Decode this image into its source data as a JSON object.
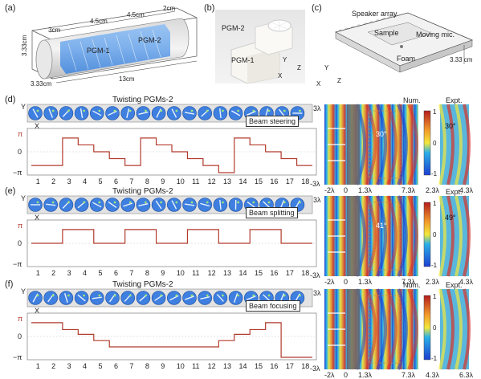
{
  "panels": {
    "a": {
      "letter": "(a)",
      "labels": {
        "pgm1": "PGM-1",
        "pgm2": "PGM-2",
        "d_left": "3cm",
        "d_mid1": "4.5cm",
        "d_mid2": "4.5cm",
        "d_right": "2cm",
        "h": "3.33cm",
        "w": "3.33cm",
        "len": "13cm"
      }
    },
    "b": {
      "letter": "(b)",
      "pgm1": "PGM-1",
      "pgm2": "PGM-2",
      "ax_y": "Y",
      "ax_x": "X",
      "ax_z": "Z"
    },
    "c": {
      "letter": "(c)",
      "speaker": "Speaker array",
      "sample": "Sample",
      "mic": "Moving mic.",
      "foam": "Foam",
      "height": "3.33 cm",
      "ax_y": "Y",
      "ax_x": "X",
      "ax_z": "Z"
    }
  },
  "rows": [
    {
      "letter": "(d)",
      "title": "Twisting PGMs-2",
      "badge": "Beam steering",
      "num": "Num.",
      "expt": "Expt.",
      "angle_num": "30°",
      "angle_exp": "30°"
    },
    {
      "letter": "(e)",
      "title": "Twisting PGMs-2",
      "badge": "Beam splitting",
      "num": "",
      "expt": "Expt.",
      "angle_num": "41°",
      "angle_exp": "49°"
    },
    {
      "letter": "(f)",
      "title": "Twisting PGMs-2",
      "badge": "Beam focusing",
      "num": "Num.",
      "expt": "Expt.",
      "angle_num": "",
      "angle_exp": ""
    }
  ],
  "phase_labels": {
    "pi": "π",
    "zero": "0",
    "mpi": "−π",
    "ax_y": "Y",
    "ax_x": "X"
  },
  "field_axes": {
    "d": {
      "y_top": "3λ",
      "y_bot": "-3λ",
      "x_ticks": [
        "-2λ",
        "0",
        "1.3λ",
        "7.3λ",
        "2.3λ",
        "4.3λ"
      ]
    },
    "e": {
      "y_top": "3λ",
      "y_bot": "-3λ",
      "x_ticks": [
        "-2λ",
        "0",
        "1.3λ",
        "7.3λ",
        "2.3λ",
        "4.3λ"
      ]
    },
    "f": {
      "y_top": "3λ",
      "y_bot": "-3λ",
      "x_ticks": [
        "-2λ",
        "0",
        "1.3λ",
        "7.3λ",
        "4.3λ",
        "6.3λ"
      ]
    }
  },
  "colorbar": {
    "top": "1",
    "mid": "0",
    "bot": "-1"
  },
  "chart_data": [
    {
      "type": "line",
      "title": "Twisting PGMs-2",
      "series": [
        {
          "name": "Beam steering",
          "values": [
            -0.66,
            -0.66,
            0.66,
            0.33,
            0,
            -0.33,
            -0.66,
            0.66,
            0.33,
            0,
            -0.33,
            -0.66,
            -1,
            0.66,
            0.33,
            0,
            -0.33,
            -0.66
          ]
        }
      ],
      "x": [
        1,
        2,
        3,
        4,
        5,
        6,
        7,
        8,
        9,
        10,
        11,
        12,
        13,
        14,
        15,
        16,
        17,
        18
      ],
      "ylim": [
        -1,
        1
      ],
      "yticks": [
        "−π",
        "0",
        "π"
      ]
    },
    {
      "type": "line",
      "title": "Twisting PGMs-2",
      "series": [
        {
          "name": "Beam splitting",
          "values": [
            0,
            0,
            0.66,
            0.66,
            0,
            0,
            0.66,
            0.66,
            0,
            0,
            0.66,
            0.66,
            0,
            0,
            0.66,
            0.66,
            0,
            0
          ]
        }
      ],
      "x": [
        1,
        2,
        3,
        4,
        5,
        6,
        7,
        8,
        9,
        10,
        11,
        12,
        13,
        14,
        15,
        16,
        17,
        18
      ],
      "ylim": [
        -1,
        1
      ],
      "yticks": [
        "−π",
        "0",
        "π"
      ]
    },
    {
      "type": "line",
      "title": "Twisting PGMs-2",
      "series": [
        {
          "name": "Beam focusing",
          "values": [
            0.66,
            0.66,
            0.33,
            0.1,
            -0.2,
            -0.5,
            -0.5,
            -0.5,
            -0.5,
            -0.5,
            -0.5,
            -0.5,
            -0.2,
            0.1,
            0.33,
            0.66,
            -1,
            -1
          ]
        }
      ],
      "x": [
        1,
        2,
        3,
        4,
        5,
        6,
        7,
        8,
        9,
        10,
        11,
        12,
        13,
        14,
        15,
        16,
        17,
        18
      ],
      "ylim": [
        -1,
        1
      ],
      "yticks": [
        "−π",
        "0",
        "π"
      ]
    }
  ],
  "x_ticks": [
    "1",
    "2",
    "3",
    "4",
    "5",
    "6",
    "7",
    "8",
    "9",
    "10",
    "11",
    "12",
    "13",
    "14",
    "15",
    "16",
    "17",
    "18"
  ],
  "colors": {
    "phase_line": "#b23b2d",
    "blue": "#2a6fd6",
    "cell": "#3e7fe0"
  }
}
